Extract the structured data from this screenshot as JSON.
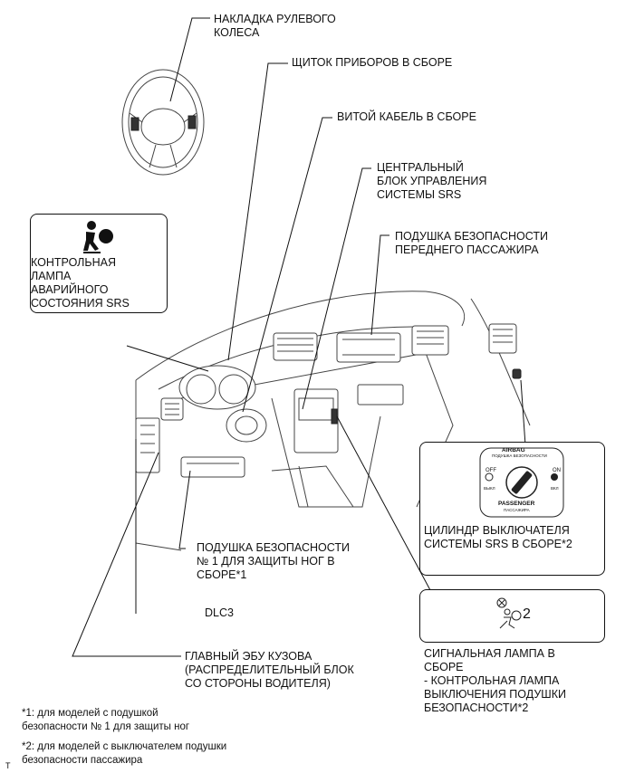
{
  "labels": {
    "steering_pad": "НАКЛАДКА РУЛЕВОГО\nКОЛЕСА",
    "combination_meter": "ЩИТОК ПРИБОРОВ В СБОРЕ",
    "spiral_cable": "ВИТОЙ КАБЕЛЬ В СБОРЕ",
    "center_srs_unit": "ЦЕНТРАЛЬНЫЙ\nБЛОК УПРАВЛЕНИЯ\nСИСТЕМЫ SRS",
    "passenger_airbag": "ПОДУШКА БЕЗОПАСНОСТИ\nПЕРЕДНЕГО ПАССАЖИРА",
    "srs_warning_light": "КОНТРОЛЬНАЯ\nЛАМПА\nАВАРИЙНОГО\nСОСТОЯНИЯ SRS",
    "knee_airbag": "ПОДУШКА БЕЗОПАСНОСТИ\n№ 1 ДЛЯ ЗАЩИТЫ НОГ В\nСБОРЕ*1",
    "dlc3": "DLC3",
    "main_body_ecu": "ГЛАВНЫЙ ЭБУ КУЗОВА\n(РАСПРЕДЕЛИТЕЛЬНЫЙ БЛОК\nСО СТОРОНЫ ВОДИТЕЛЯ)",
    "cutoff_switch_cylinder": "ЦИЛИНДР ВЫКЛЮЧАТЕЛЯ\nСИСТЕМЫ SRS В СБОРЕ*2",
    "indicator_light": "СИГНАЛЬНАЯ ЛАМПА В\nСБОРЕ\n- КОНТРОЛЬНАЯ ЛАМПА\nВЫКЛЮЧЕНИЯ ПОДУШКИ\nБЕЗОПАСНОСТИ*2"
  },
  "switch_face": {
    "top_text": "AIRBAG",
    "top_sub": "ПОДУШКА БЕЗОПАСНОСТИ",
    "off": "OFF",
    "on": "ON",
    "off_ru": "ВЫКЛ",
    "on_ru": "ВКЛ",
    "bottom_text": "PASSENGER",
    "bottom_sub": "ПАССАЖИРА"
  },
  "icons": {
    "warning_icon": "srs-airbag-warning-icon",
    "indicator_icon": "passenger-airbag-off-icon",
    "indicator_number": "2"
  },
  "footnotes": {
    "note1": "*1: для моделей с подушкой\nбезопасности № 1 для защиты ног",
    "note2": "*2: для моделей с выключателем подушки\nбезопасности пассажира",
    "corner_mark": "T"
  }
}
